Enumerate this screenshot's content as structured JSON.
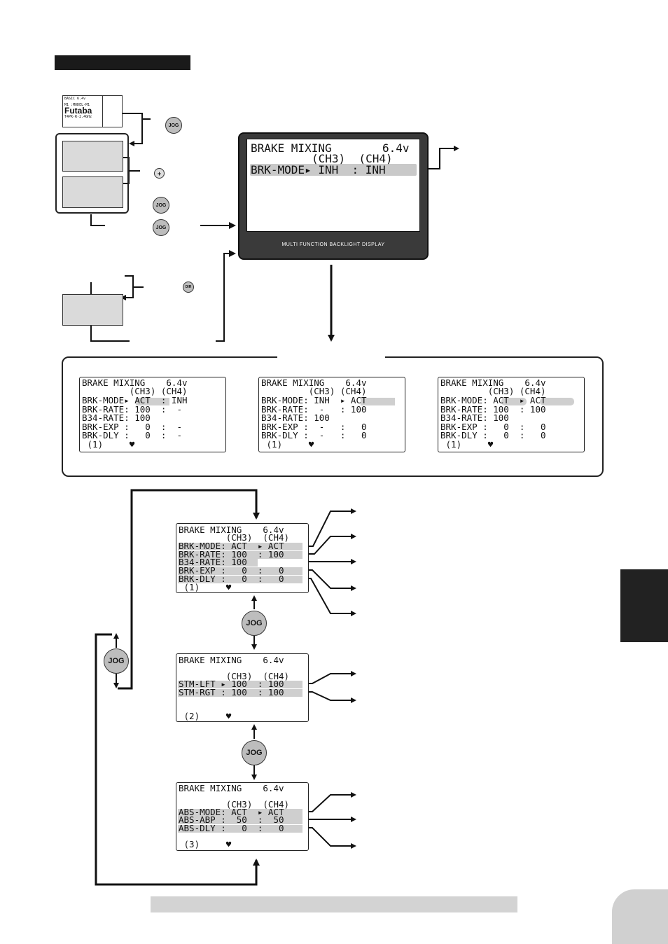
{
  "jog_label": "JOG",
  "dir_label": "DIR",
  "plus_label": "+",
  "home": {
    "model": "BASIC 6.4v",
    "model2": "M1 :MODEL-M1",
    "brand": "Futaba",
    "sub": "T4PK-R-2.4GHz"
  },
  "main_display": {
    "title": "BRAKE MIXING",
    "voltage": "6.4v",
    "ch_header": "(CH3)  (CH4)",
    "row": "BRK-MODE▸ INH  : INH",
    "bezel_text": "MULTI FUNCTION BACKLIGHT DISPLAY"
  },
  "mini_screens": [
    {
      "l1": "BRAKE MIXING    6.4v",
      "l2": "         (CH3) (CH4)",
      "l3": "BRK-MODE▸ ACT  : INH",
      "l4": "BRK-RATE: 100  :  -",
      "l5": "B34-RATE: 100",
      "l6": "BRK-EXP :   0  :  -",
      "l7": "BRK-DLY :   0  :  -",
      "l8": " (1)     ♥"
    },
    {
      "l1": "BRAKE MIXING    6.4v",
      "l2": "         (CH3) (CH4)",
      "l3": "BRK-MODE: INH  ▸ ACT",
      "l4": "BRK-RATE:  -   : 100",
      "l5": "B34-RATE: 100",
      "l6": "BRK-EXP :  -   :   0",
      "l7": "BRK-DLY :  -   :   0",
      "l8": " (1)     ♥"
    },
    {
      "l1": "BRAKE MIXING    6.4v",
      "l2": "         (CH3) (CH4)",
      "l3": "BRK-MODE: ACT  ▸ ACT",
      "l4": "BRK-RATE: 100  : 100",
      "l5": "B34-RATE: 100",
      "l6": "BRK-EXP :   0  :   0",
      "l7": "BRK-DLY :   0  :   0",
      "l8": " (1)     ♥"
    }
  ],
  "page1": {
    "l1": "BRAKE MIXING    6.4v",
    "l2": "         (CH3)  (CH4)",
    "l3": "BRK-MODE: ACT  ▸ ACT",
    "l4": "BRK-RATE: 100  : 100",
    "l5": "B34-RATE: 100",
    "l6": "BRK-EXP :   0  :   0",
    "l7": "BRK-DLY :   0  :   0",
    "l8": " (1)     ♥"
  },
  "page2": {
    "l1": "BRAKE MIXING    6.4v",
    "l2": "         (CH3)  (CH4)",
    "l3": "STM-LFT ▸ 100  : 100",
    "l4": "STM-RGT : 100  : 100",
    "l8": " (2)     ♥"
  },
  "page3": {
    "l1": "BRAKE MIXING    6.4v",
    "l2": "         (CH3)  (CH4)",
    "l3": "ABS-MODE: ACT  ▸ ACT",
    "l4": "ABS-ABP :  50  :  50",
    "l5": "ABS-DLY :   0  :   0",
    "l8": " (3)     ♥"
  }
}
